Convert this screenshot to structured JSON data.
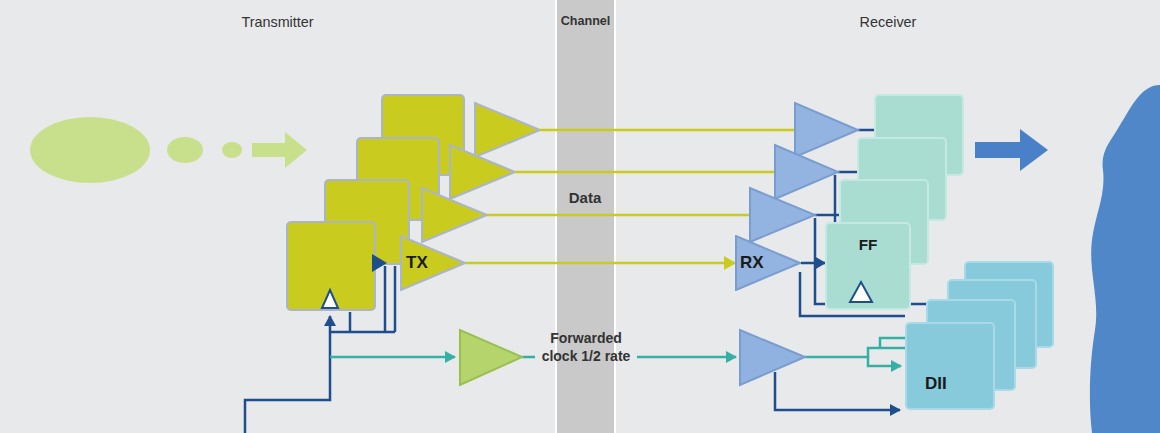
{
  "diagram": {
    "nodes": [
      {
        "text": [
          "Transmitter"
        ]
      },
      {
        "text": [
          "Channel"
        ]
      },
      {
        "text": [
          "Receiver"
        ]
      },
      {
        "text": [
          "TX"
        ],
        "in": 0
      },
      {
        "text": [
          "RX"
        ],
        "in": 2
      },
      {
        "text": [
          "FF"
        ],
        "in": 2
      },
      {
        "text": [
          "DII"
        ],
        "in": 2
      }
    ],
    "edges": [
      {
        "from": 3,
        "to": 4,
        "arrow": "to"
      },
      {
        "from": 4,
        "to": 5,
        "arrow": "to"
      }
    ],
    "labels": [
      "Data",
      "Forwarded clock 1/2 rate"
    ]
  }
}
